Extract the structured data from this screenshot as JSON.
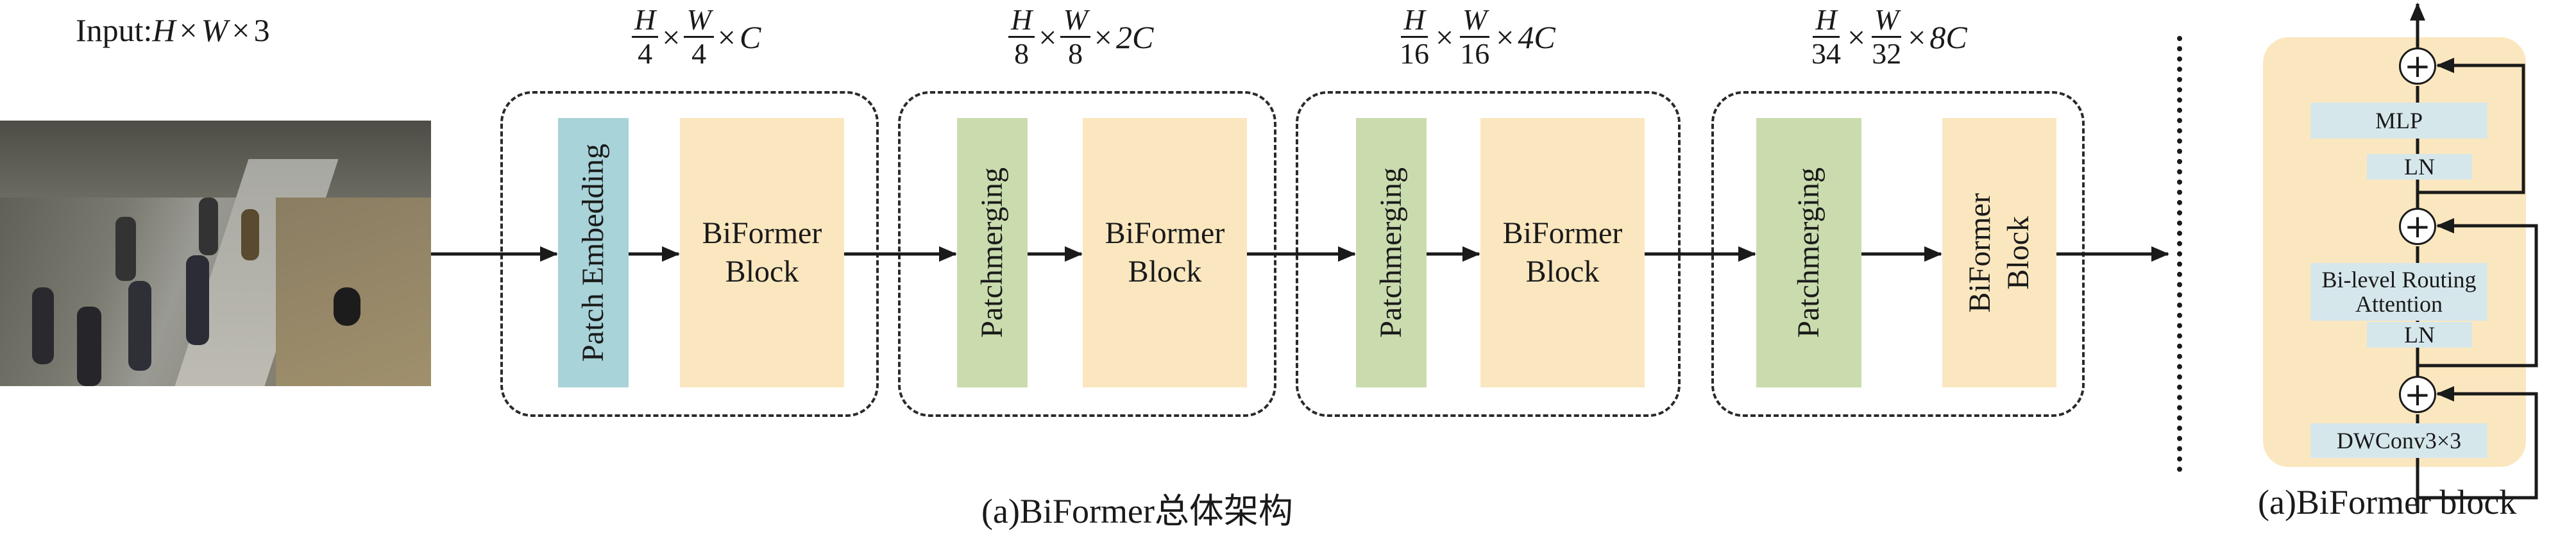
{
  "input_label": "Input:",
  "input_dims": {
    "h": "H",
    "w": "W",
    "c": "3",
    "times": "×"
  },
  "stages": [
    {
      "h_num": "H",
      "h_den": "4",
      "w_num": "W",
      "w_den": "4",
      "ch": "C"
    },
    {
      "h_num": "H",
      "h_den": "8",
      "w_num": "W",
      "w_den": "8",
      "ch": "2C"
    },
    {
      "h_num": "H",
      "h_den": "16",
      "w_num": "W",
      "w_den": "16",
      "ch": "4C"
    },
    {
      "h_num": "H",
      "h_den": "34",
      "w_num": "W",
      "w_den": "32",
      "ch": "8C"
    }
  ],
  "blocks": {
    "patch_embedding": "Patch Embedding",
    "patchmerging": "Patchmerging",
    "biformer_line1": "BiFormer",
    "biformer_line2": "Block"
  },
  "detail": {
    "mlp": "MLP",
    "ln": "LN",
    "attention_line1": "Bi-level Routing",
    "attention_line2": "Attention",
    "dwconv": "DWConv3×3",
    "plus": "+"
  },
  "captions": {
    "left": "(a)BiFormer总体架构",
    "right": "(a)BiFormer block"
  },
  "colors": {
    "cream": "#fbe7bf",
    "teal": "#a8d3d8",
    "green": "#cadcae",
    "panel": "#fbe7bf",
    "detail_box": "#d6e7ec"
  }
}
